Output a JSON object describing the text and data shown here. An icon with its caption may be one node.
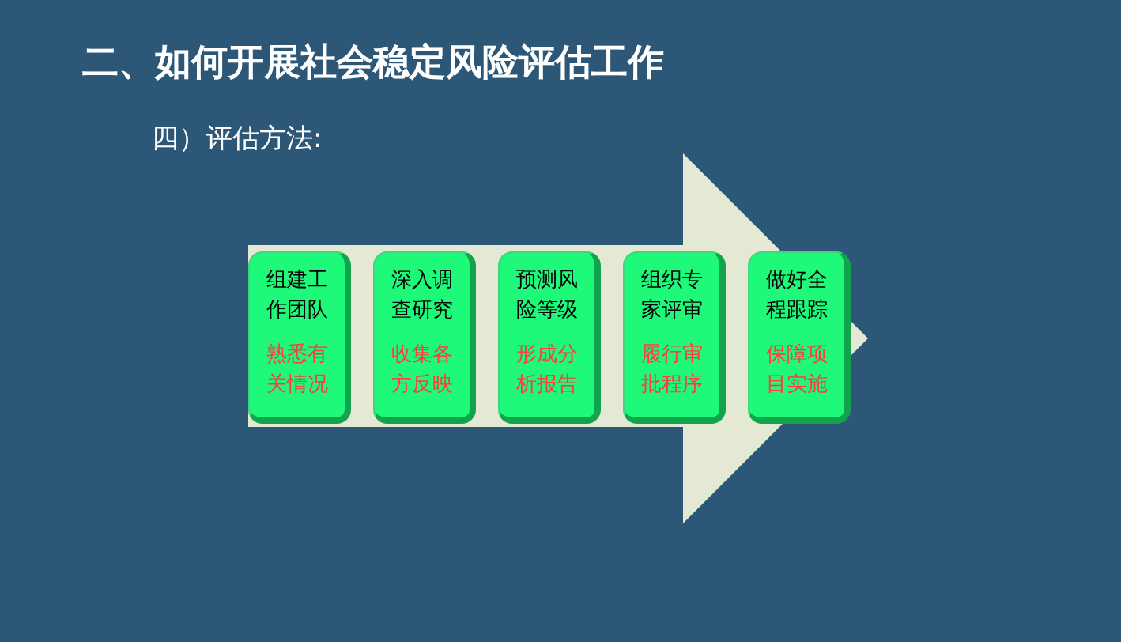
{
  "diagram": {
    "title": "二、如何开展社会稳定风险评估工作",
    "nodes": [
      {
        "text": [],
        "shape": "arrow"
      },
      {
        "text": [
          "组建工作团队",
          "熟悉有关情况"
        ],
        "in": 0
      },
      {
        "text": [
          "深入调查研究",
          "收集各方反映"
        ],
        "in": 0
      },
      {
        "text": [
          "预测风险等级",
          "形成分析报告"
        ],
        "in": 0
      },
      {
        "text": [
          "组织专家评审",
          "履行审批程序"
        ],
        "in": 0
      },
      {
        "text": [
          "做好全程跟踪",
          "保障项目实施"
        ],
        "in": 0
      }
    ],
    "labels": [
      "四）评估方法:"
    ]
  }
}
